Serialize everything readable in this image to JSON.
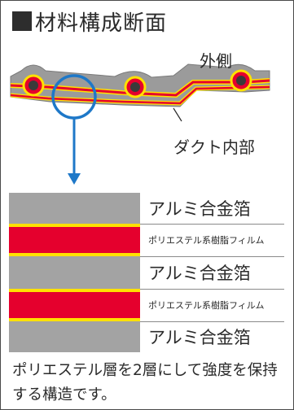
{
  "title": "材料構成断面",
  "diagram": {
    "outside_label": "外側",
    "duct_inner_label": "ダクト内部"
  },
  "layers": [
    {
      "type": "foil",
      "label": "アルミ合金箔"
    },
    {
      "type": "film",
      "label": "ポリエステル系樹脂フィルム"
    },
    {
      "type": "foil",
      "label": "アルミ合金箔"
    },
    {
      "type": "film",
      "label": "ポリエステル系樹脂フィルム"
    },
    {
      "type": "foil",
      "label": "アルミ合金箔"
    }
  ],
  "note": "ポリエステル層を2層にして強度を保持する構造です。",
  "colors": {
    "foil_gray": "#a3a3a3",
    "film_red": "#e5002d",
    "film_yellow": "#ffe100",
    "accent_blue": "#1e78c8"
  }
}
